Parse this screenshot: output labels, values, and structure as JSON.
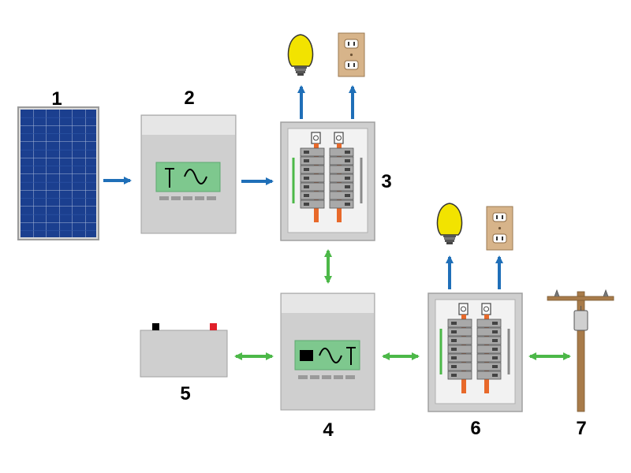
{
  "labels": {
    "solar_panel": "1",
    "charge_controller": "2",
    "dc_panel": "3",
    "inverter": "4",
    "battery": "5",
    "ac_panel": "6",
    "utility_pole": "7"
  },
  "colors": {
    "arrow_one_way": "#1f6fb8",
    "arrow_two_way": "#4cb848",
    "display": "#7ec88e",
    "device_body": "#cfcfcf",
    "breaker_bar": "#e8692a",
    "bulb": "#f2e300",
    "outlet_plate": "#d7b48a",
    "pole": "#a87b4a",
    "battery_negative": "#000000",
    "battery_positive": "#e0202a"
  },
  "icons": [
    "solar-panel-icon",
    "charge-controller-icon",
    "breaker-panel-icon",
    "inverter-icon",
    "battery-icon",
    "light-bulb-icon",
    "outlet-icon",
    "utility-pole-icon"
  ]
}
